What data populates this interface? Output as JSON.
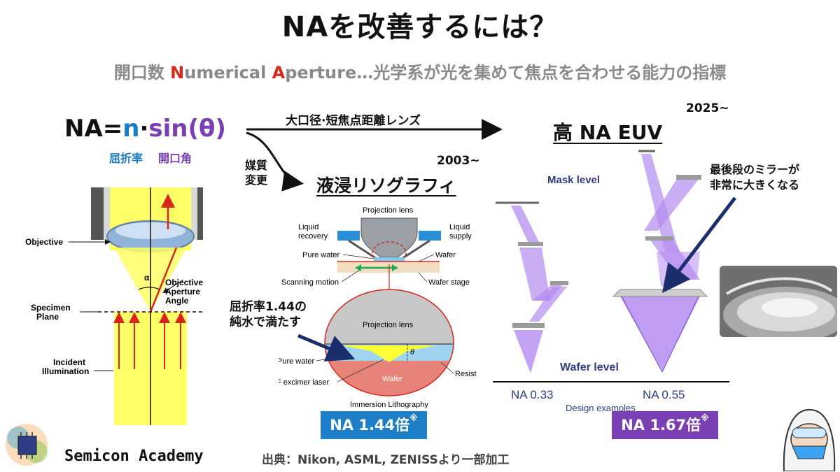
{
  "title": "NAを改善するには？",
  "subtitle": {
    "prefix": "開口数 ",
    "n_letter": "N",
    "numerical": "umerical ",
    "a_letter": "A",
    "rest": "perture…光学系が光を集めて焦点を合わせる能力の指標"
  },
  "formula": {
    "lhs": "NA=",
    "n": "n",
    "dot": "·",
    "sin": "sin(θ)"
  },
  "formula_labels": {
    "refractive_index": "屈折率",
    "aperture_angle": "開口角"
  },
  "top_arrow_label": "大口径·短焦点距離レンズ",
  "medium_change": {
    "line1": "媒質",
    "line2": "変更"
  },
  "immersion": {
    "heading": "液浸リソグラフィ",
    "year": "2003~"
  },
  "high_na": {
    "heading": "高 NA EUV",
    "year": "2025~"
  },
  "microscope": {
    "objective": "Objective",
    "alpha": "α",
    "oaa_line1": "Objective",
    "oaa_line2": "Aperture",
    "oaa_line3": "Angle",
    "specimen_line1": "Specimen",
    "specimen_line2": "Plane",
    "incident_line1": "Incident",
    "incident_line2": "Illumination"
  },
  "immersion_diagram": {
    "projection_lens": "Projection lens",
    "liquid_recovery_1": "Liquid",
    "liquid_recovery_2": "recovery",
    "liquid_supply_1": "Liquid",
    "liquid_supply_2": "supply",
    "pure_water": "Pure water",
    "wafer": "Wafer",
    "scanning_motion": "Scanning motion",
    "wafer_stage": "Wafer stage",
    "zoom_projection_lens": "Projection lens",
    "zoom_pure_water": "Pure water",
    "theta": "θ",
    "arf_laser": "ArF excimer laser",
    "resist": "Resist",
    "zoom_wafer": "Wafer",
    "caption": "Immersion Lithography"
  },
  "water_callout": {
    "line1": "屈折率1.44の",
    "line2": "純水で満たす"
  },
  "mirror_callout": {
    "line1": "最後段のミラーが",
    "line2": "非常に大きくなる"
  },
  "euv_diagram": {
    "mask_level": "Mask level",
    "wafer_level": "Wafer level",
    "na_low": "NA 0.33",
    "na_high": "NA 0.55",
    "design_examples": "Design examples"
  },
  "badges": {
    "immersion": {
      "text": "NA 1.44倍",
      "mark": "※",
      "color": "#1e7fc8"
    },
    "high_na": {
      "text": "NA 1.67倍",
      "mark": "※",
      "color": "#7b3fb4"
    }
  },
  "brand": "Semicon Academy",
  "source": "出典：Nikon, ASML, ZENISSより一部加工",
  "colors": {
    "accent_red": "#d8261c",
    "accent_blue": "#1a7cc4",
    "accent_purple": "#7b3fb4",
    "euv_violet": "#b48cf0"
  }
}
